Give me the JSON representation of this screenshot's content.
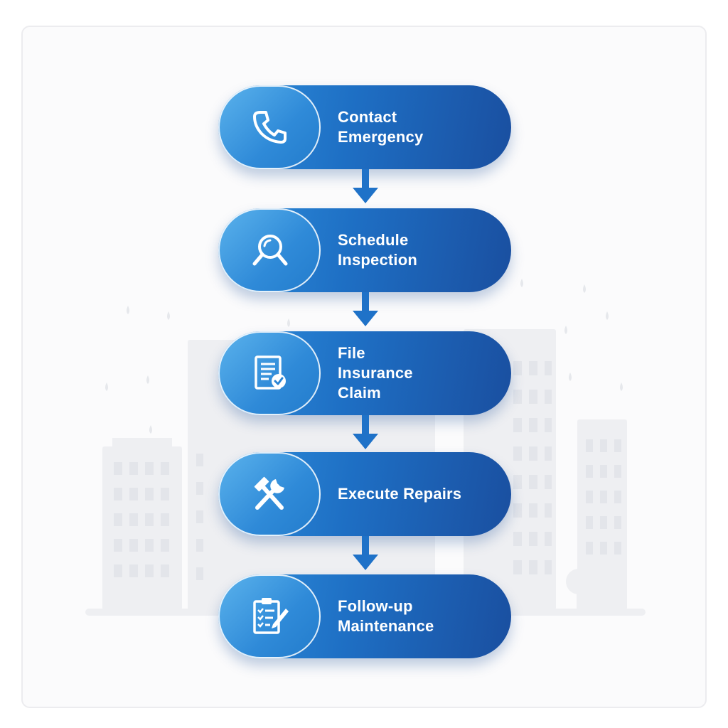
{
  "steps": [
    {
      "label": "Contact\nEmergency",
      "icon": "phone-icon"
    },
    {
      "label": "Schedule\nInspection",
      "icon": "magnifier-icon"
    },
    {
      "label": "File\nInsurance\nClaim",
      "icon": "document-check-icon"
    },
    {
      "label": "Execute Repairs",
      "icon": "hammer-wrench-icon"
    },
    {
      "label": "Follow-up\nMaintenance",
      "icon": "clipboard-pen-icon"
    }
  ],
  "colors": {
    "step_gradient_start": "#2f8fdc",
    "step_gradient_end": "#1a4fa0",
    "icon_circle": "#3f9ee4",
    "arrow": "#1f72c8",
    "text": "#ffffff",
    "backdrop": "#ececef"
  }
}
